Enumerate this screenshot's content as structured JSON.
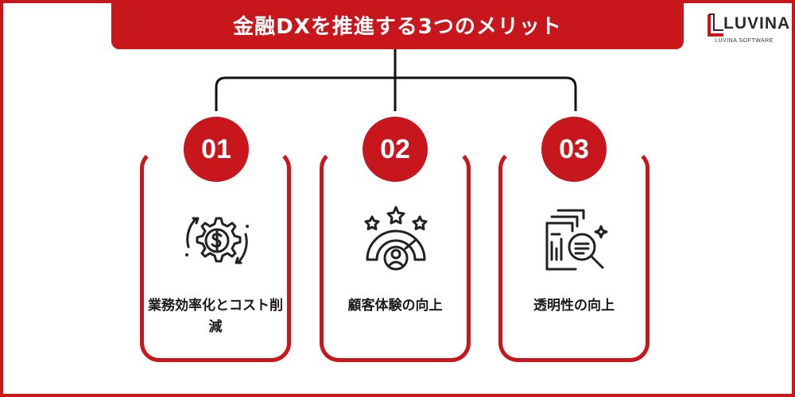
{
  "title": "金融DXを推進する3つのメリット",
  "logo": {
    "name": "LUVINA",
    "tagline": "LUVINA SOFTWARE"
  },
  "colors": {
    "accent": "#c8161d",
    "text": "#1a1a1a"
  },
  "cards": [
    {
      "number": "01",
      "label": "業務効率化とコスト削減",
      "icon": "gear-dollar-icon"
    },
    {
      "number": "02",
      "label": "顧客体験の向上",
      "icon": "satisfaction-gauge-icon"
    },
    {
      "number": "03",
      "label": "透明性の向上",
      "icon": "document-magnifier-icon"
    }
  ]
}
